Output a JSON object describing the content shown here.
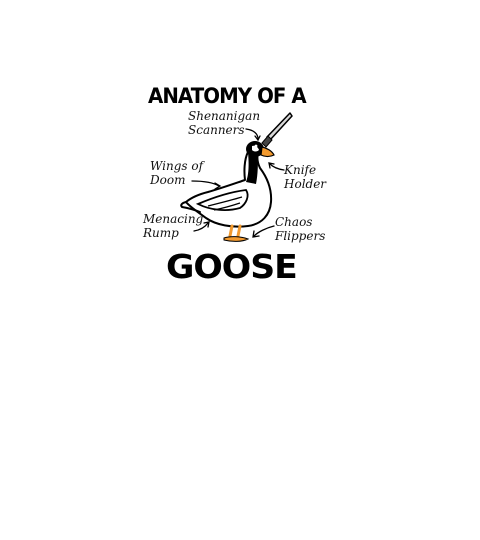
{
  "poster": {
    "title_top": "ANATOMY OF A",
    "title_bottom": "GOOSE"
  },
  "labels": {
    "scanners": [
      "Shenanigan",
      "Scanners"
    ],
    "knife": [
      "Knife",
      "Holder"
    ],
    "wings": [
      "Wings of",
      "Doom"
    ],
    "rump": [
      "Menacing",
      "Rump"
    ],
    "flippers": [
      "Chaos",
      "Flippers"
    ]
  },
  "colors": {
    "beak": "#f39a2e",
    "feet": "#f39a2e",
    "knife_blade": "#cccccc",
    "ink": "#000000"
  }
}
